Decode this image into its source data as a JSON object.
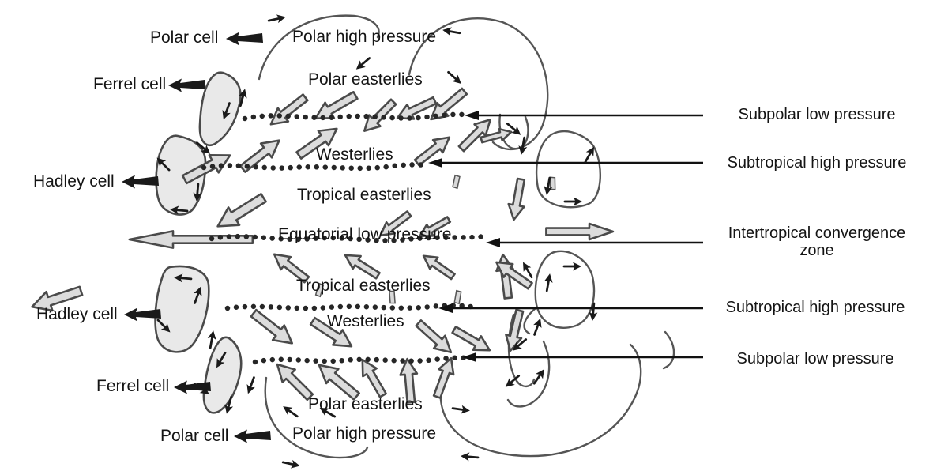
{
  "figure": {
    "type": "atmospheric-circulation-diagram",
    "cells": [
      {
        "position": "north-polar",
        "label": "Polar cell"
      },
      {
        "position": "north-ferrel",
        "label": "Ferrel cell"
      },
      {
        "position": "north-hadley",
        "label": "Hadley cell"
      },
      {
        "position": "south-hadley",
        "label": "Hadley cell"
      },
      {
        "position": "south-ferrel",
        "label": "Ferrel cell"
      },
      {
        "position": "south-polar",
        "label": "Polar cell"
      }
    ],
    "zones": [
      {
        "id": "polar-high-north",
        "label": "Polar high pressure"
      },
      {
        "id": "polar-easterlies-north",
        "label": "Polar easterlies"
      },
      {
        "id": "westerlies-north",
        "label": "Westerlies"
      },
      {
        "id": "tropical-easterlies-north",
        "label": "Tropical easterlies"
      },
      {
        "id": "equatorial-low",
        "label": "Equatorial low pressure"
      },
      {
        "id": "tropical-easterlies-south",
        "label": "Tropical easterlies"
      },
      {
        "id": "westerlies-south",
        "label": "Westerlies"
      },
      {
        "id": "polar-easterlies-south",
        "label": "Polar easterlies"
      },
      {
        "id": "polar-high-south",
        "label": "Polar high pressure"
      }
    ],
    "callouts": [
      {
        "id": "subpolar-low-north",
        "label": "Subpolar low pressure"
      },
      {
        "id": "subtropical-high-north",
        "label": "Subtropical high pressure"
      },
      {
        "id": "itcz",
        "label": "Intertropical convergence zone"
      },
      {
        "id": "subtropical-high-south",
        "label": "Subtropical high pressure"
      },
      {
        "id": "subpolar-low-south",
        "label": "Subpolar low pressure"
      }
    ],
    "colors": {
      "ink": "#161616",
      "cell_fill": "#e9e9e9",
      "wind_arrow_fill": "#dcdcdc",
      "outline": "#4a4a4a"
    }
  }
}
